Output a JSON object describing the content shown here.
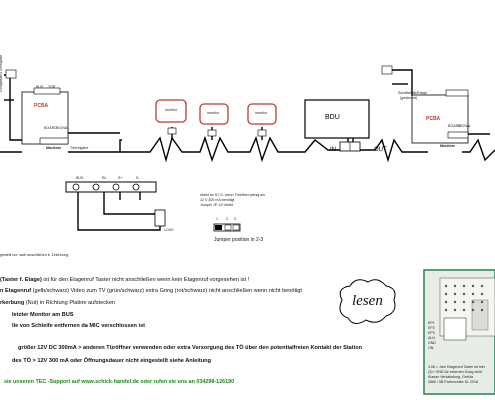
{
  "colors": {
    "wire": "#000000",
    "module_border": "#c0392b",
    "footer_green": "#1a8a1a",
    "inset_border": "#2e8b57",
    "board_text_red": "#c0392b"
  },
  "left_board": {
    "title": "PCBA",
    "labels": [
      "BUS",
      "TOR",
      "SI+",
      "MONI",
      "SI",
      "BOARD",
      "SIGNAL"
    ],
    "bottom_label": "Monitore",
    "right_label": "Türfreigabe",
    "left_side_label": "Gongtaster/Türfreigabe"
  },
  "modules": [
    {
      "label": "monitor"
    },
    {
      "label": "monitor"
    },
    {
      "label": "monitor"
    }
  ],
  "bdu": {
    "label": "BDU",
    "in_label": "IN",
    "out_label": "OUT"
  },
  "right_board": {
    "title": "PCBA",
    "side_label": "Schaltstelle/Etage",
    "side_label2": "(gesteuert)",
    "bottom_label": "Monitore",
    "labels": [
      "BOARD",
      "SIGNAL"
    ]
  },
  "terminal": {
    "labels": [
      "BUS",
      "RL",
      "S+",
      "S-"
    ],
    "lock_label": "LOCK"
  },
  "jumper": {
    "note_lines": [
      "direkt an S+ S- wenn Türöffner wenig als",
      "12 V 300 mA benötigt",
      "Jumper JP-1/2 bleibt"
    ],
    "pins": [
      "1",
      "2",
      "3"
    ],
    "text": "Jumper position in   2-3"
  },
  "small_note": "gestellt nur nach anschließen lt. Zeichnung",
  "notes": [
    {
      "bold": "(Taster f. Etage)",
      "text": " ist für den Etagenruf Taster nicht anschließen wenn kein Etagenruf vorgesehen ist !"
    },
    {
      "bold": "n Etagenruf",
      "text": " (gelb/schwarz) Video zum TV (grün/schwarz) extra Gong (rot/schwarz) nicht anschließen wenn nicht benötigt"
    },
    {
      "bold": "rkerbung",
      "text": " (Nut) in Richtung Platine aufstecken"
    },
    {
      "bold": "",
      "text": "letzter Monitor am BUS"
    },
    {
      "bold": "",
      "text": "lle von Schleife entfernen da MIC verschlossen ist"
    },
    {
      "bold": "",
      "text": "größer 12V DC 300mA > anderen Türöffner verwenden oder extra Versorgung des TÖ über den potentialfreien Kontakt der   Station"
    },
    {
      "bold": "",
      "text": "des TÖ > 12V 300 mA oder Öffnungsdauer nicht eingestellt siehe Anleitung"
    }
  ],
  "lesen": "lesen",
  "footer": "sie unseren TEC -Support auf www.schick-handel.de oder rufen sie uns an 034298-126190",
  "inset": {
    "pins": [
      "EP1",
      "EP2",
      "EP3",
      "ALN",
      "GND",
      "ON"
    ],
    "caption_lines": [
      "3.06 > Jahr Etagenruf Taster ist hier",
      "(3)+ GND für externen Gong nicht",
      "Klauen Verkabelung, Geb/ta",
      "3580 / 5B Farbmonitor KL 2018"
    ]
  }
}
